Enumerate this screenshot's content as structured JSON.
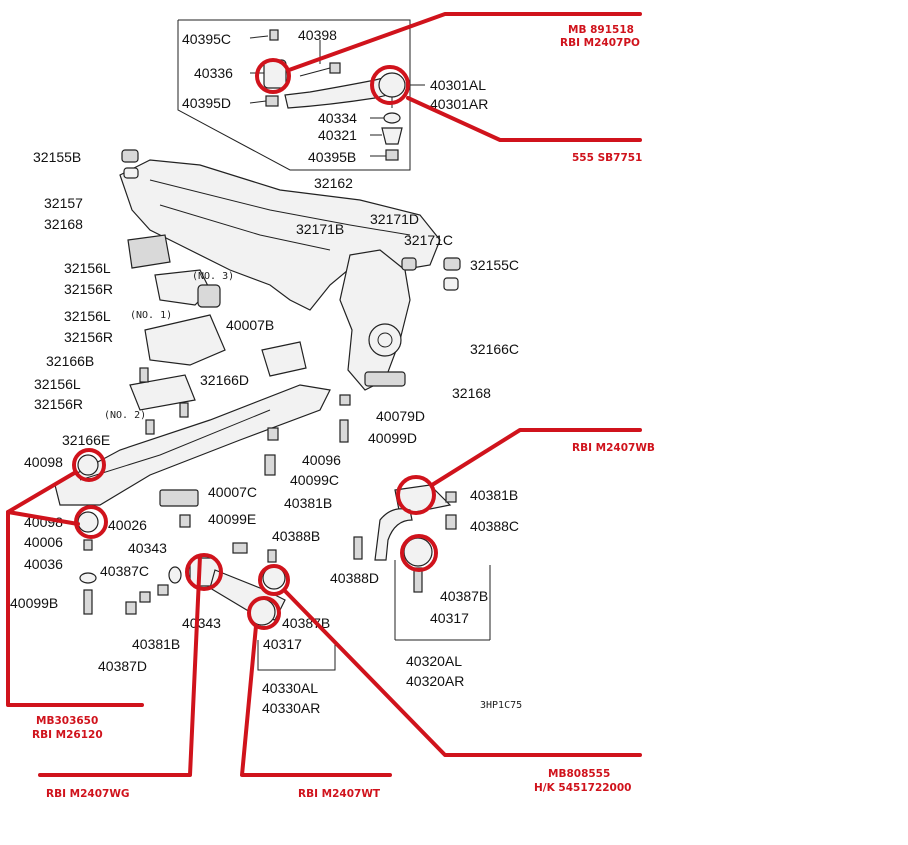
{
  "diagram_code": "3HP1C75",
  "annotation_color": "#d0131c",
  "part_numbers": [
    "40395C",
    "40398",
    "40336",
    "40301AL",
    "40301AR",
    "40395D",
    "40334",
    "40321",
    "40395B",
    "32155B",
    "32162",
    "32157",
    "32168",
    "32171B",
    "32171D",
    "32171C",
    "32155C",
    "32156L",
    "32156R",
    "(NO. 3)",
    "32156L",
    "32156R",
    "(NO. 1)",
    "40007B",
    "32166C",
    "32166B",
    "32156L",
    "32156R",
    "(NO. 2)",
    "32166D",
    "32168",
    "40079D",
    "32166E",
    "40099D",
    "40098",
    "40096",
    "40099C",
    "40007C",
    "40381B",
    "40381B",
    "40099E",
    "40098",
    "40026",
    "40388C",
    "40006",
    "40343",
    "40388B",
    "40036",
    "40387C",
    "40099B",
    "40343",
    "40387B",
    "40387B",
    "40381B",
    "40317",
    "40317",
    "40387D",
    "40388D",
    "40320AL",
    "40320AR",
    "40330AL",
    "40330AR"
  ],
  "annotations": {
    "top_right_1": {
      "line1": "MB 891518",
      "line2": "RBI M2407PO"
    },
    "top_right_2": {
      "line1": "555  SB7751"
    },
    "right_mid": {
      "line1": "RBI M2407WB"
    },
    "left_bottom": {
      "line1": "MB303650",
      "line2": "RBI M26120"
    },
    "bottom_1": {
      "line1": "RBI M2407WG"
    },
    "bottom_2": {
      "line1": "RBI M2407WT"
    },
    "bottom_3": {
      "line1": "MB808555",
      "line2": "H/K 5451722000"
    }
  }
}
